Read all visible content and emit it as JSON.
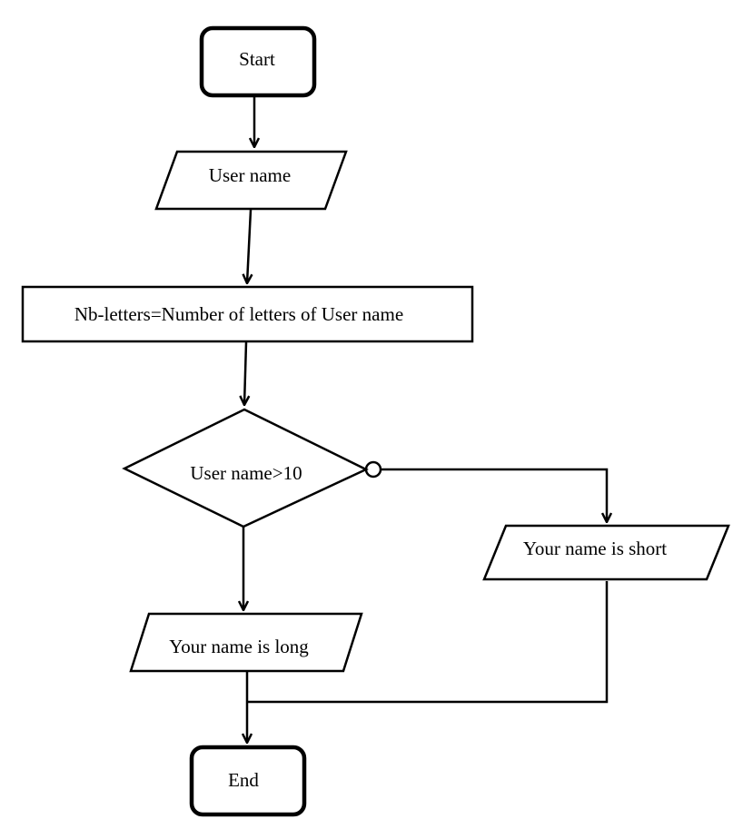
{
  "nodes": {
    "start": "Start",
    "input_user_name": "User name",
    "process_count": "Nb-letters=Number of letters of User name",
    "decision": "User name>10",
    "output_short": "Your name is short",
    "output_long": "Your name is long",
    "end": "End"
  },
  "colors": {
    "stroke": "#000000",
    "fill": "#ffffff"
  }
}
